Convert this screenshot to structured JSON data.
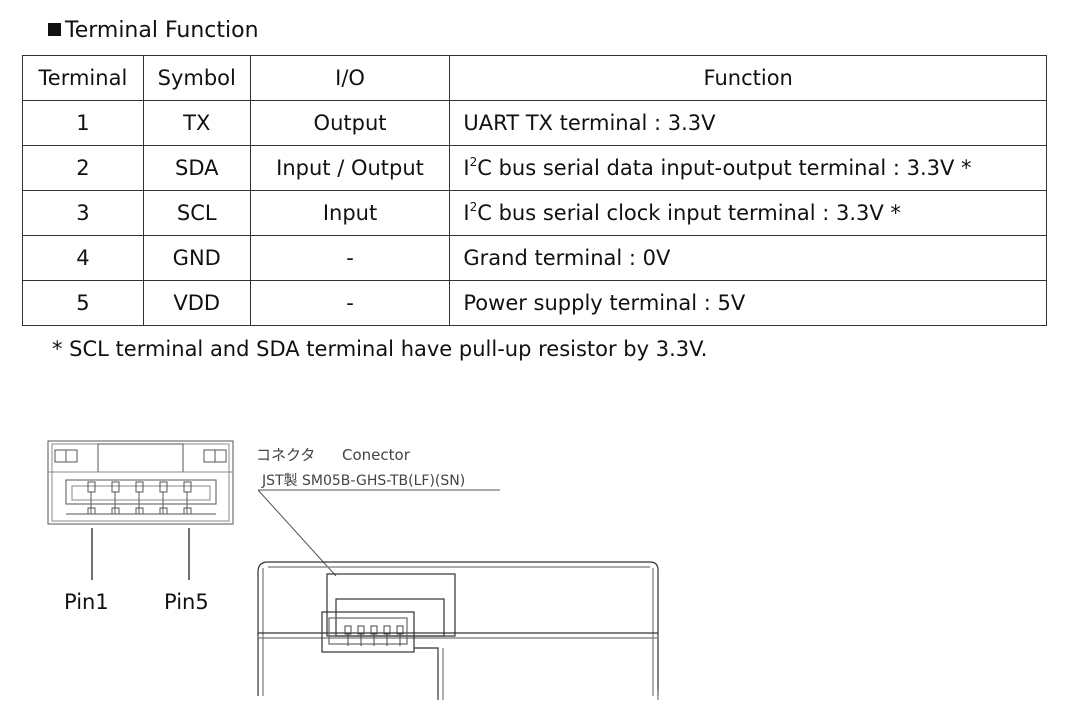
{
  "heading": "Terminal Function",
  "table": {
    "headers": [
      "Terminal",
      "Symbol",
      "I/O",
      "Function"
    ],
    "rows": [
      {
        "terminal": "1",
        "symbol": "TX",
        "io": "Output",
        "fn_prefix": "",
        "fn_sup": "",
        "fn_text": "UART TX terminal : 3.3V"
      },
      {
        "terminal": "2",
        "symbol": "SDA",
        "io": "Input / Output",
        "fn_prefix": "I",
        "fn_sup": "2",
        "fn_text": "C bus serial data input-output terminal : 3.3V *"
      },
      {
        "terminal": "3",
        "symbol": "SCL",
        "io": "Input",
        "fn_prefix": "I",
        "fn_sup": "2",
        "fn_text": "C bus serial clock input terminal : 3.3V *"
      },
      {
        "terminal": "4",
        "symbol": "GND",
        "io": "-",
        "fn_prefix": "",
        "fn_sup": "",
        "fn_text": "Grand terminal : 0V"
      },
      {
        "terminal": "5",
        "symbol": "VDD",
        "io": "-",
        "fn_prefix": "",
        "fn_sup": "",
        "fn_text": "Power supply terminal : 5V"
      }
    ]
  },
  "note": "* SCL terminal and SDA terminal have pull-up resistor by 3.3V.",
  "drawing": {
    "connector_label_jp": "コネクタ",
    "connector_label_en": "Conector",
    "part_number": "JST製 SM05B-GHS-TB(LF)(SN)",
    "pin_first": "Pin1",
    "pin_last": "Pin5"
  }
}
